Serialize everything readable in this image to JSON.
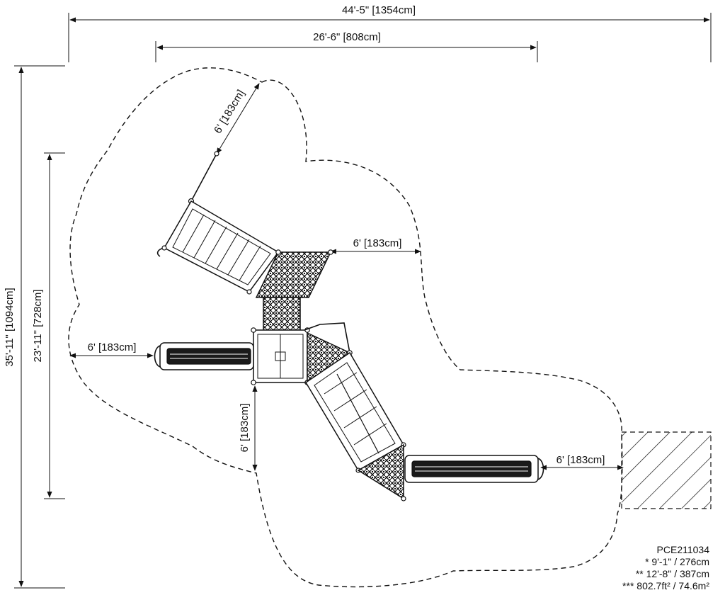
{
  "dimensions": {
    "overall_width": "44'-5\" [1354cm]",
    "structure_width": "26'-6\" [808cm]",
    "overall_depth": "35'-11\" [1094cm]",
    "structure_depth": "23'-11\" [728cm]",
    "clearance_upper": "6' [183cm]",
    "clearance_right_deck": "6' [183cm]",
    "clearance_left_slide": "6' [183cm]",
    "clearance_below_deck": "6' [183cm]",
    "clearance_lower_slide": "6' [183cm]"
  },
  "notes": {
    "model": "PCE211034",
    "line1": "* 9'-1\" / 276cm",
    "line2": "** 12'-8\" / 387cm",
    "line3": "*** 802.7ft² / 74.6m²"
  }
}
